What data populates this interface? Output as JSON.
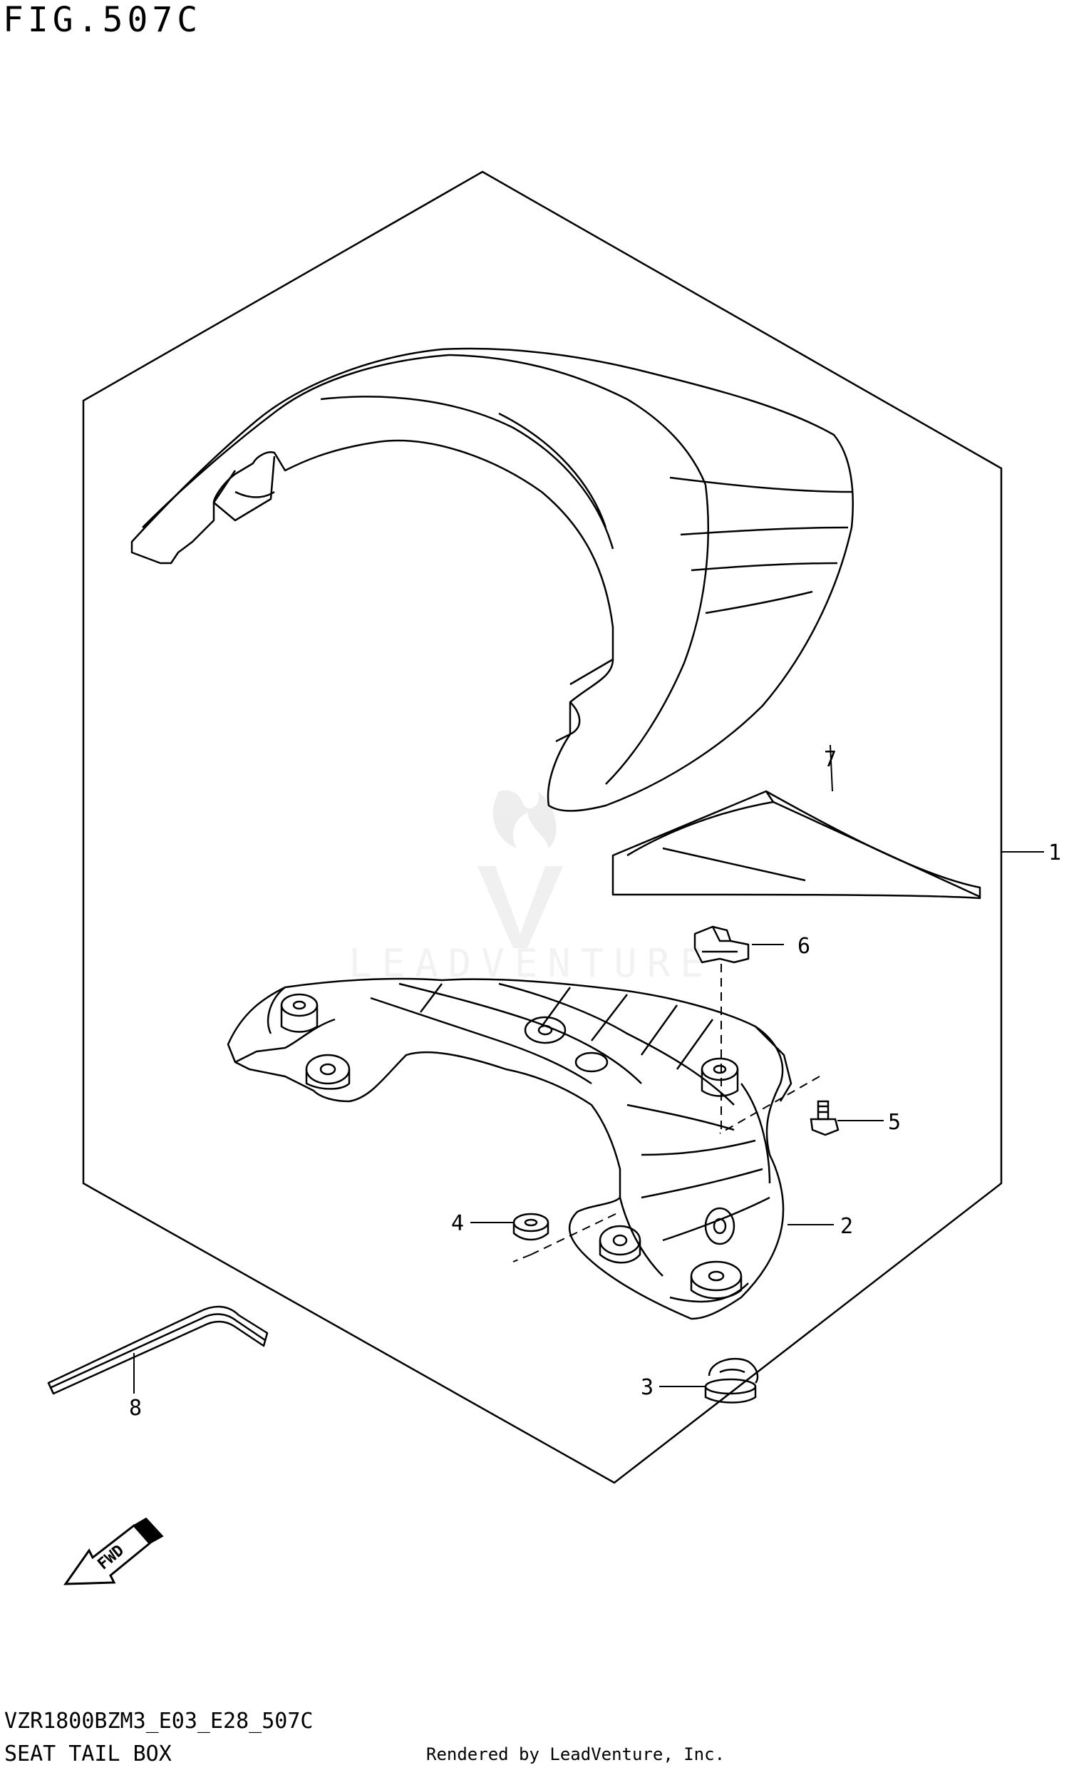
{
  "header": {
    "title": "FIG.507C"
  },
  "footer": {
    "model_code": "VZR1800BZM3_E03_E28_507C",
    "section_name": "SEAT TAIL BOX",
    "rendered_by": "Rendered by LeadVenture, Inc."
  },
  "watermark": {
    "text": "LEADVENTURE"
  },
  "direction_marker": {
    "label": "FWD"
  },
  "callouts": [
    "1",
    "2",
    "3",
    "4",
    "5",
    "6",
    "7",
    "8"
  ],
  "colors": {
    "ink": "#000000",
    "watermark": "#e6e6e6",
    "background": "#ffffff"
  }
}
